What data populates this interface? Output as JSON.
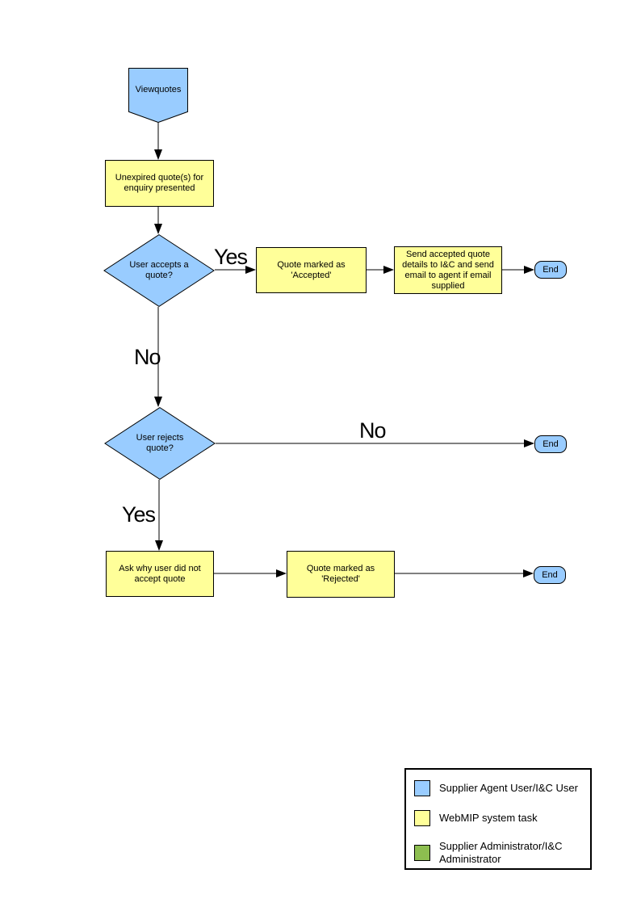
{
  "colors": {
    "actor_blue": "#99CCFF",
    "task_yellow": "#FFFF99",
    "admin_green": "#8DBE50",
    "outline": "#000000"
  },
  "nodes": {
    "view_quotes": {
      "label": "Viewquotes"
    },
    "unexpired_quotes": {
      "label": "Unexpired quote(s) for enquiry presented"
    },
    "user_accepts": {
      "label": "User accepts a quote?"
    },
    "quote_accepted": {
      "label": "Quote  marked as 'Accepted'"
    },
    "send_details": {
      "label": "Send accepted quote details to I&C and send email to agent if email supplied"
    },
    "end_accept": {
      "label": "End"
    },
    "user_rejects": {
      "label": "User rejects quote?"
    },
    "end_reject_no": {
      "label": "End"
    },
    "ask_why": {
      "label": "Ask why user did not accept quote"
    },
    "quote_rejected": {
      "label": "Quote  marked as 'Rejected'"
    },
    "end_reject_yes": {
      "label": "End"
    }
  },
  "edge_labels": {
    "accepts_yes": "Yes",
    "accepts_no": "No",
    "rejects_no": "No",
    "rejects_yes": "Yes"
  },
  "legend": {
    "items": [
      {
        "label": "Supplier Agent User/I&C User",
        "color": "#99CCFF"
      },
      {
        "label": "WebMIP system task",
        "color": "#FFFF99"
      },
      {
        "label": "Supplier Administrator/I&C Administrator",
        "color": "#8DBE50"
      }
    ]
  }
}
